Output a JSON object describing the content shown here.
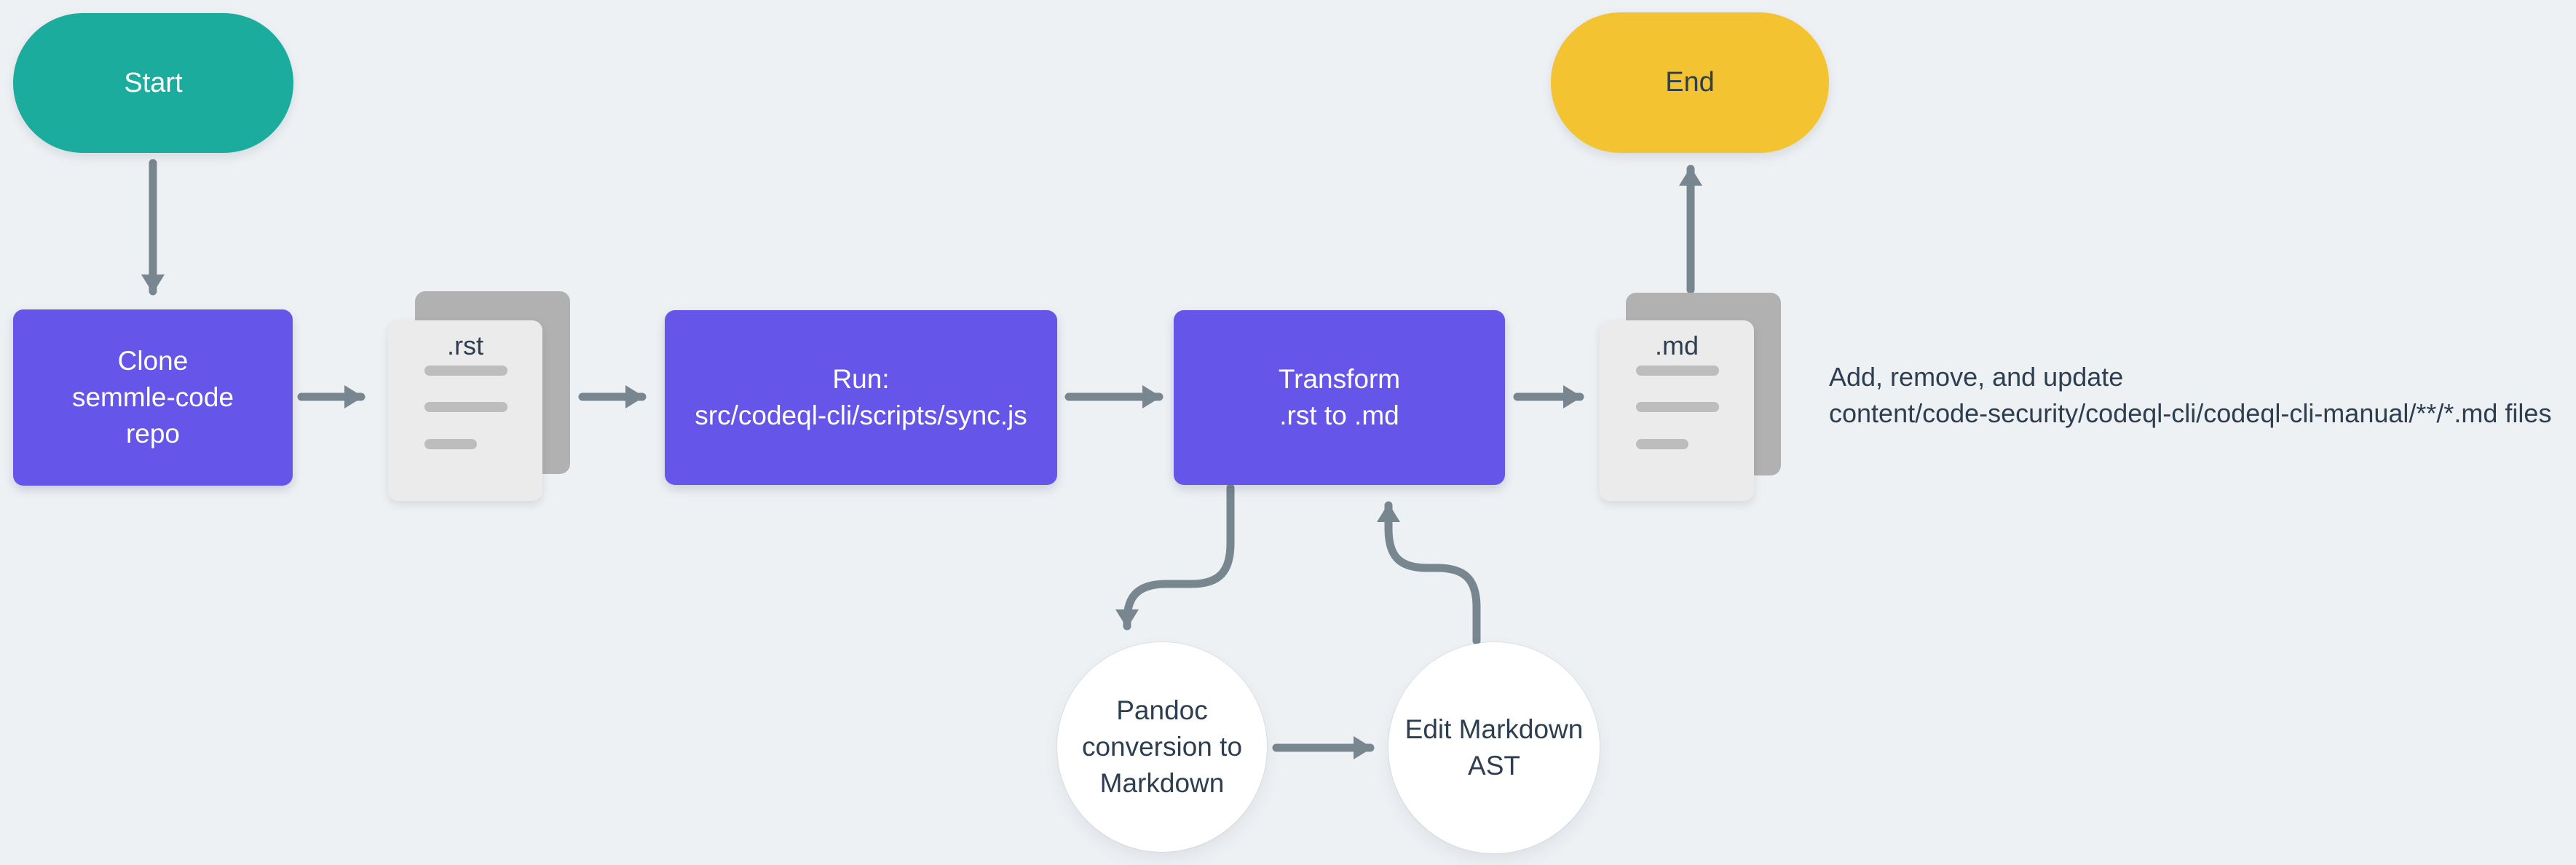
{
  "diagram": {
    "title_context": "Flowchart: sync .rst docs to .md files",
    "colors": {
      "background": "#EEF1F4",
      "start_node": "#1BAC9D",
      "process_node": "#6556E9",
      "end_node": "#F3C331",
      "connector": "#78868F",
      "document_front": "#EBEBEB",
      "document_back": "#B1B1B1",
      "text_dark": "#2D3E50",
      "text_light": "#FFFFFF"
    },
    "nodes": {
      "start": {
        "type": "terminator",
        "label": "Start"
      },
      "clone": {
        "type": "process",
        "lines": [
          "Clone",
          "semmle-code",
          "repo"
        ]
      },
      "rst_doc": {
        "type": "document",
        "label": ".rst"
      },
      "run": {
        "type": "process",
        "lines": [
          "Run:",
          "src/codeql-cli/scripts/sync.js"
        ]
      },
      "transform": {
        "type": "process",
        "lines": [
          "Transform",
          ".rst to .md"
        ]
      },
      "md_doc": {
        "type": "document",
        "label": ".md"
      },
      "end": {
        "type": "terminator",
        "label": "End"
      },
      "pandoc": {
        "type": "subprocess",
        "lines": [
          "Pandoc",
          "conversion to",
          "Markdown"
        ]
      },
      "edit_ast": {
        "type": "subprocess",
        "lines": [
          "Edit Markdown",
          "AST"
        ]
      }
    },
    "edges": [
      "start -> clone",
      "clone -> rst_doc",
      "rst_doc -> run",
      "run -> transform",
      "transform -> md_doc",
      "md_doc -> end",
      "transform -> pandoc",
      "pandoc -> edit_ast",
      "edit_ast -> transform"
    ],
    "annotation": {
      "lines": [
        "Add, remove, and update",
        "content/code-security/codeql-cli/codeql-cli-manual/**/*.md files"
      ]
    }
  }
}
